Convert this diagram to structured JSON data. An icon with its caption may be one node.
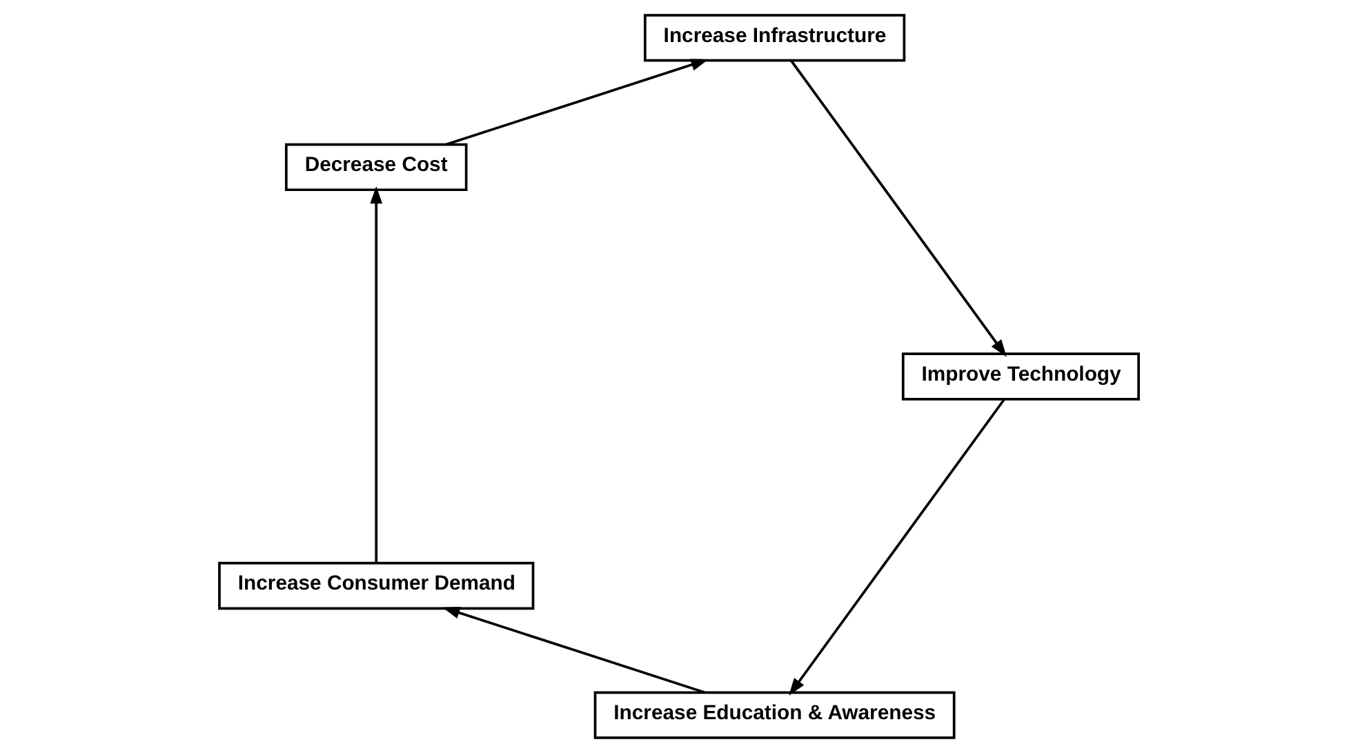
{
  "diagram": {
    "nodes": [
      {
        "text": [
          "Increase Education & Awareness"
        ]
      },
      {
        "text": [
          "Increase Consumer Demand"
        ]
      },
      {
        "text": [
          "Decrease Cost"
        ]
      },
      {
        "text": [
          "Increase Infrastructure"
        ]
      },
      {
        "text": [
          "Improve Technology"
        ]
      }
    ],
    "edges": [
      {
        "from": 0,
        "to": 1,
        "arrow": "to"
      },
      {
        "from": 1,
        "to": 2,
        "arrow": "to"
      },
      {
        "from": 2,
        "to": 3,
        "arrow": "to"
      },
      {
        "from": 3,
        "to": 4,
        "arrow": "to"
      },
      {
        "from": 4,
        "to": 0,
        "arrow": "to"
      }
    ]
  }
}
